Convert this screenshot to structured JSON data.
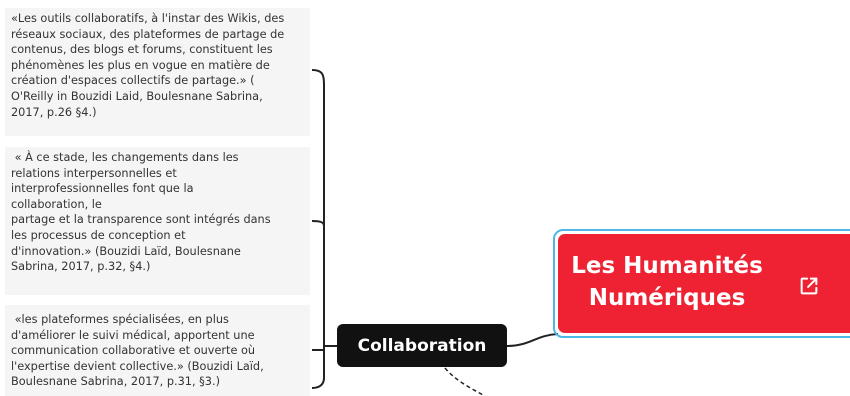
{
  "quotes": [
    {
      "lines": [
        "«Les outils collaboratifs, à l'instar des Wikis, des",
        "réseaux sociaux, des plateformes de partage de",
        "contenus, des blogs et forums, constituent les",
        "phénomènes les plus en vogue en matière de",
        "création d'espaces collectifs de partage.» (",
        "O'Reilly in Bouzidi Laid, Boulesnane Sabrina,",
        "2017, p.26 §4.)"
      ]
    },
    {
      "lines": [
        " « À ce stade, les changements dans les",
        "relations interpersonnelles et",
        "interprofessionnelles font que la",
        "collaboration, le",
        "partage et la transparence sont intégrés dans",
        "les processus de conception et",
        "d'innovation.» (Bouzidi Laïd, Boulesnane",
        "Sabrina, 2017, p.32, §4.)"
      ]
    },
    {
      "lines": [
        " «les plateformes spécialisées, en plus",
        "d'améliorer le suivi médical, apportent une",
        "communication collaborative et ouverte où",
        "l'expertise devient collective.» (Bouzidi Laïd,",
        "Boulesnane Sabrina, 2017, p.31, §3.)"
      ]
    }
  ],
  "collaboration_node": {
    "label": "Collaboration"
  },
  "humanites_node": {
    "line1": "Les Humanités",
    "line2": "Numériques",
    "icon": "external-link-icon"
  },
  "colors": {
    "hub": "#ee2233",
    "hub_outline": "#4fb7e6",
    "node": "#111111",
    "quote_bg": "#f5f5f5"
  }
}
